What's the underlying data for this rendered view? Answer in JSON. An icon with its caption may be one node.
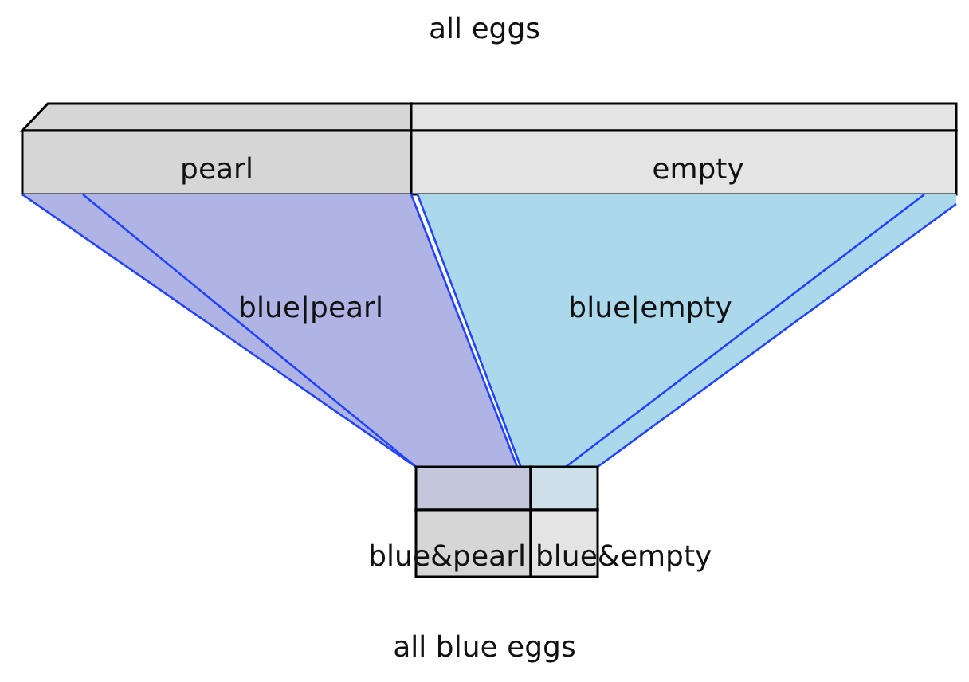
{
  "diagram": {
    "title": "all eggs",
    "caption": "all blue eggs",
    "nodes": [
      {
        "text": [
          "pearl"
        ]
      },
      {
        "text": [
          "empty"
        ]
      },
      {
        "text": [
          "blue|pearl"
        ]
      },
      {
        "text": [
          "blue|empty"
        ]
      },
      {
        "text": [
          "blue&pearl"
        ]
      },
      {
        "text": [
          "blue&empty"
        ]
      }
    ]
  }
}
